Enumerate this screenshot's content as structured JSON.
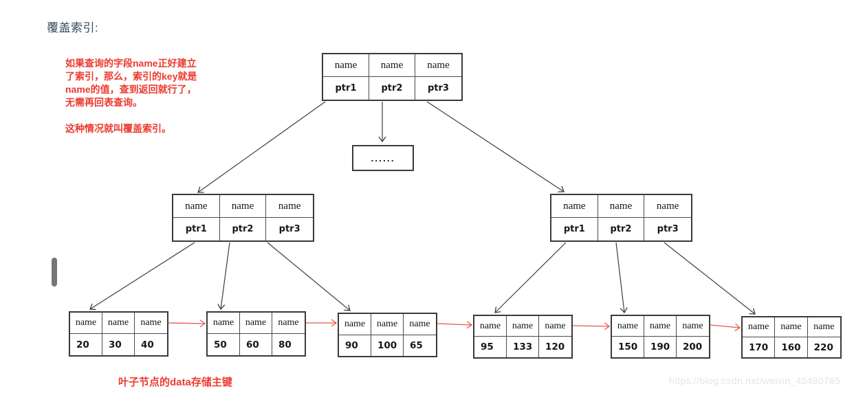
{
  "page": {
    "title": "覆盖索引:",
    "annotation": {
      "lines": [
        "如果查询的字段name正好建立",
        "了索引，那么，索引的key就是",
        "name的值，查到返回就行了，",
        "无需再回表查询。"
      ],
      "closing": "这种情况就叫覆盖索引。"
    },
    "footer_note": "叶子节点的data存储主键",
    "watermark": "https://blog.csdn.net/weixin_45480785"
  },
  "colors": {
    "title_text": "#334b5c",
    "annotation_red": "#ec3b2f",
    "leaf_link_red": "#e8564b",
    "node_border": "#3a3a3a",
    "watermark_gray": "#e5e5e5"
  },
  "tree": {
    "root": {
      "keys": [
        "name",
        "name",
        "name"
      ],
      "pointers": [
        "ptr1",
        "ptr2",
        "ptr3"
      ]
    },
    "ellipsis": "......",
    "internal_left": {
      "keys": [
        "name",
        "name",
        "name"
      ],
      "pointers": [
        "ptr1",
        "ptr2",
        "ptr3"
      ]
    },
    "internal_right": {
      "keys": [
        "name",
        "name",
        "name"
      ],
      "pointers": [
        "ptr1",
        "ptr2",
        "ptr3"
      ]
    },
    "leaves": [
      {
        "keys": [
          "name",
          "name",
          "name"
        ],
        "values": [
          "20",
          "30",
          "40"
        ]
      },
      {
        "keys": [
          "name",
          "name",
          "name"
        ],
        "values": [
          "50",
          "60",
          "80"
        ]
      },
      {
        "keys": [
          "name",
          "name",
          "name"
        ],
        "values": [
          "90",
          "100",
          "65"
        ]
      },
      {
        "keys": [
          "name",
          "name",
          "name"
        ],
        "values": [
          "95",
          "133",
          "120"
        ]
      },
      {
        "keys": [
          "name",
          "name",
          "name"
        ],
        "values": [
          "150",
          "190",
          "200"
        ]
      },
      {
        "keys": [
          "name",
          "name",
          "name"
        ],
        "values": [
          "170",
          "160",
          "220"
        ]
      }
    ]
  }
}
